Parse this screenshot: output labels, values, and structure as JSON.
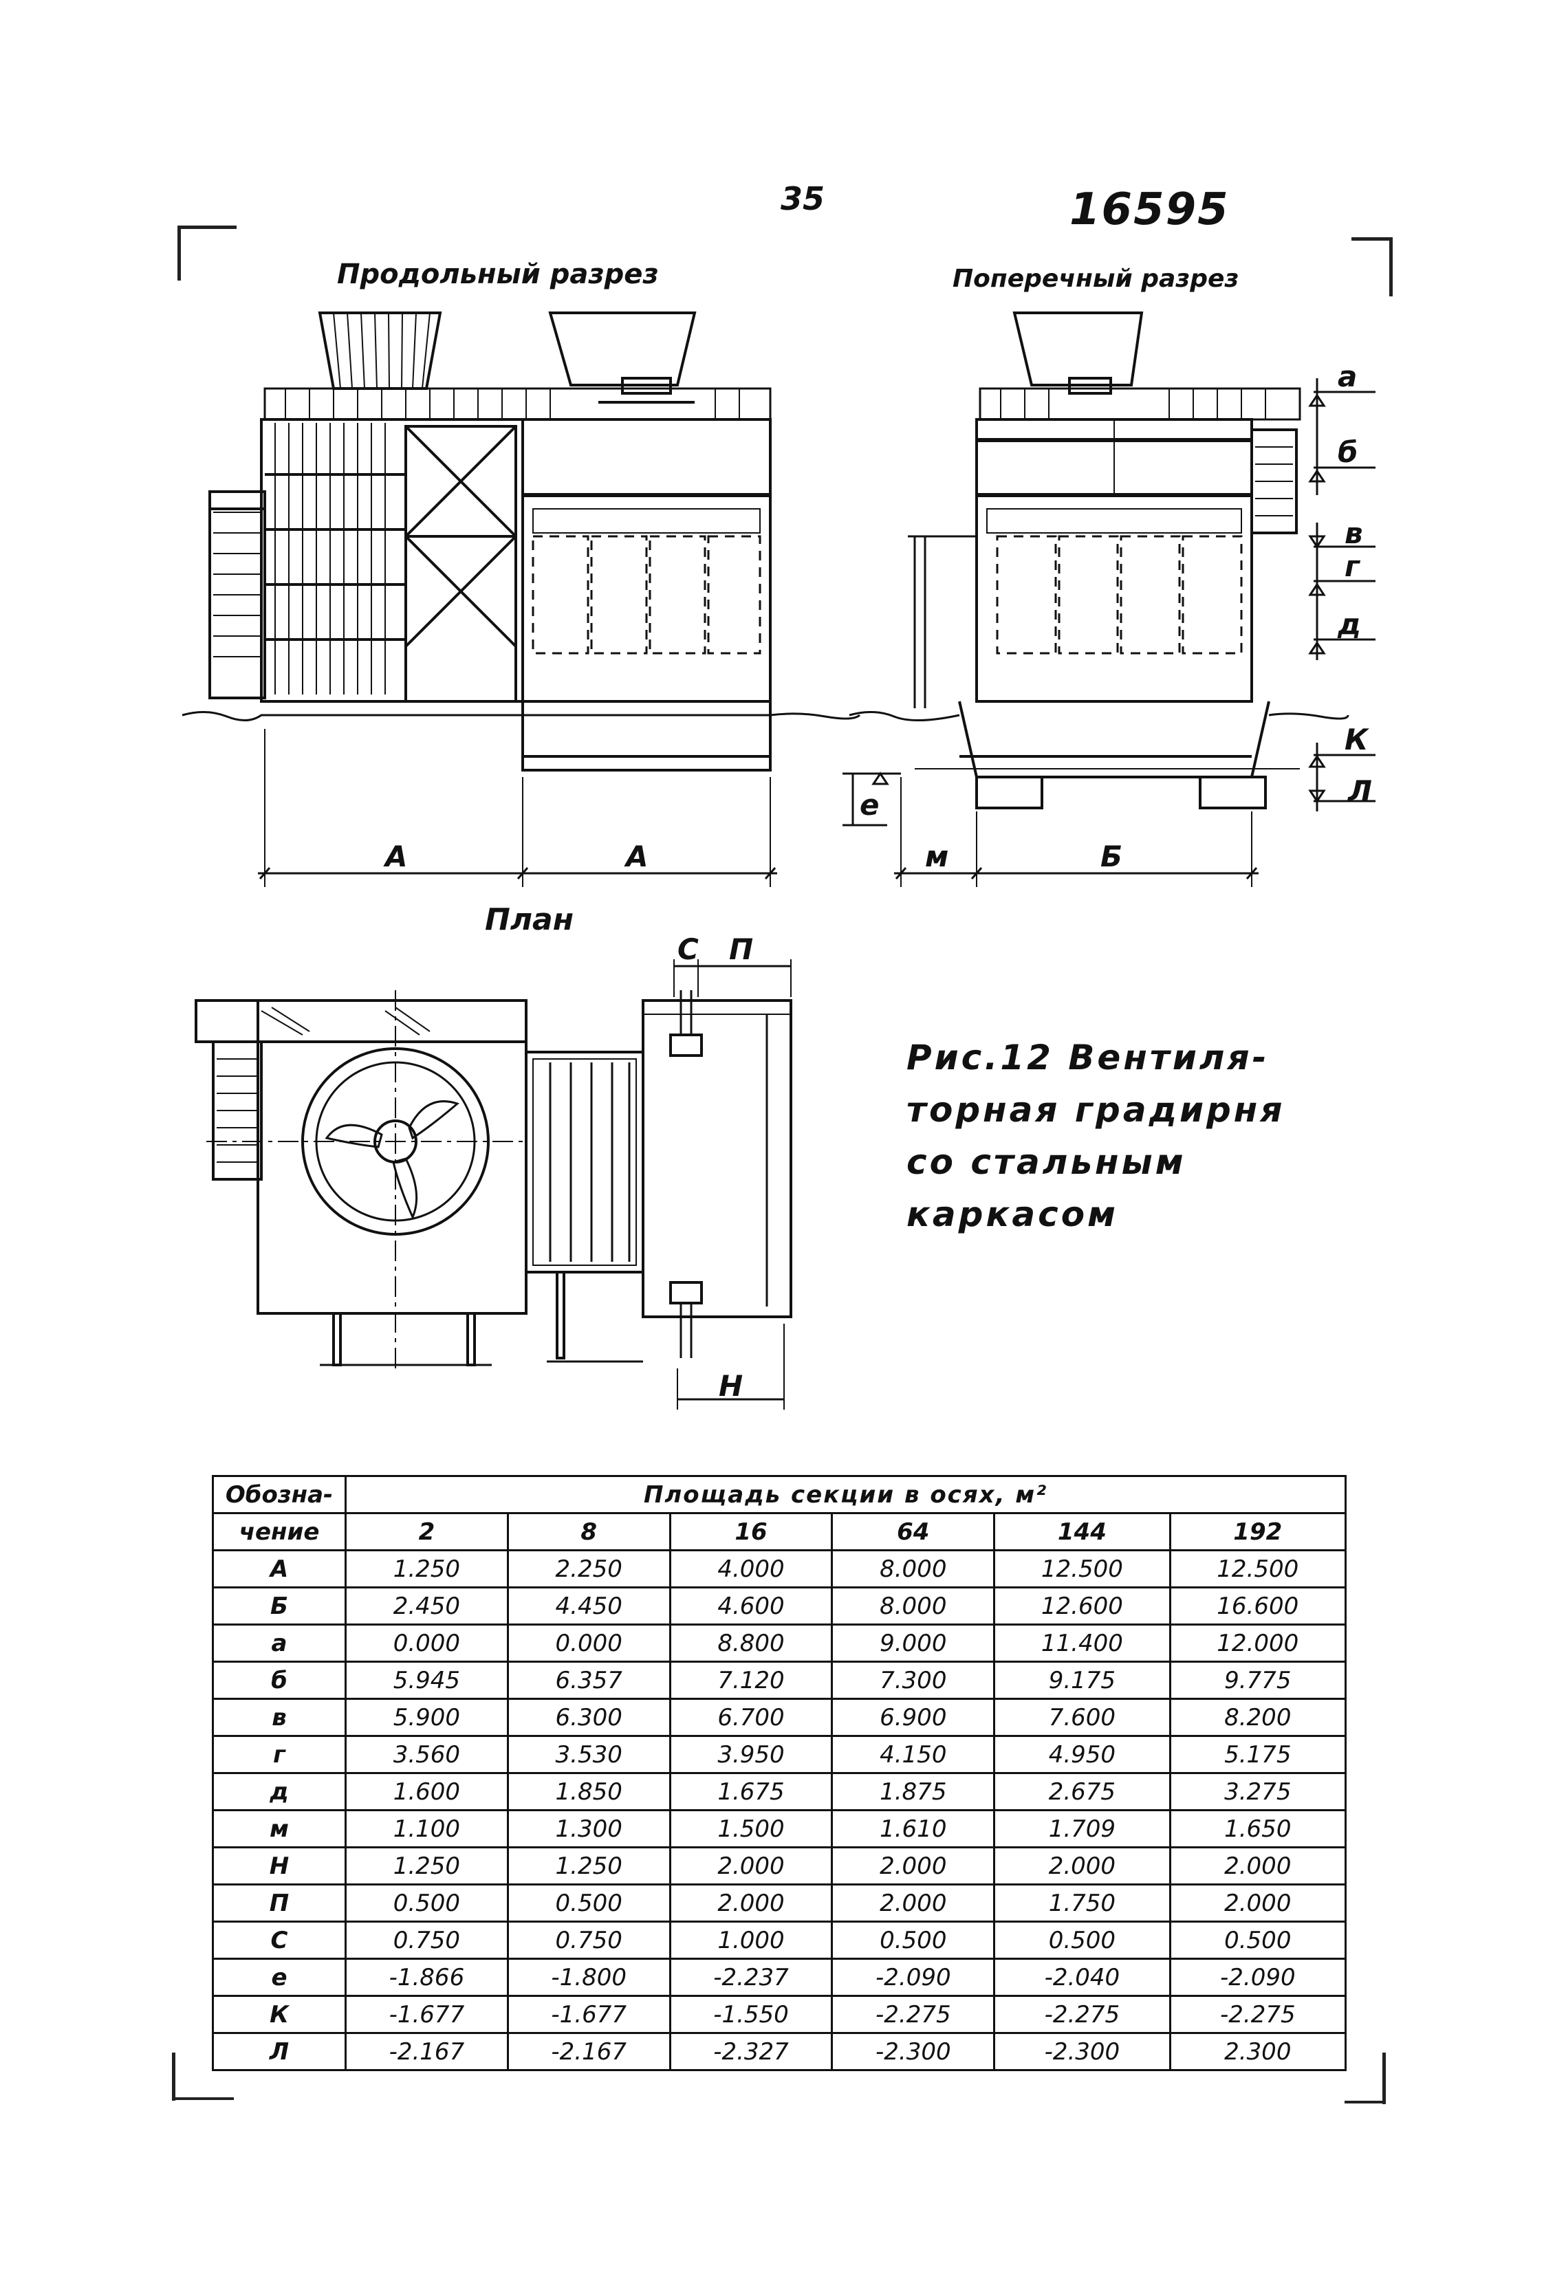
{
  "header": {
    "page_number": "35",
    "doc_number": "16595"
  },
  "drawings": {
    "longitudinal_title": "Продольный разрез",
    "cross_title": "Поперечный разрез",
    "plan_title": "План",
    "dim_labels": {
      "a_left": "А",
      "a_right": "А",
      "m": "м",
      "b": "Б",
      "e": "е",
      "c": "С",
      "p": "П",
      "n": "Н",
      "level_a": "а",
      "level_b": "б",
      "level_v": "в",
      "level_g": "г",
      "level_d": "д",
      "level_k": "К",
      "level_l": "Л"
    }
  },
  "caption": {
    "lines": [
      "Рис.12 Вентиля-",
      "торная градирня",
      "со стальным",
      "каркасом"
    ]
  },
  "table": {
    "designation_header_line1": "Обозна-",
    "designation_header_line2": "чение",
    "group_header": "Площадь секции в осях, м²",
    "columns": [
      "2",
      "8",
      "16",
      "64",
      "144",
      "192"
    ],
    "rows": [
      {
        "label": "А",
        "values": [
          "1.250",
          "2.250",
          "4.000",
          "8.000",
          "12.500",
          "12.500"
        ]
      },
      {
        "label": "Б",
        "values": [
          "2.450",
          "4.450",
          "4.600",
          "8.000",
          "12.600",
          "16.600"
        ]
      },
      {
        "label": "а",
        "values": [
          "0.000",
          "0.000",
          "8.800",
          "9.000",
          "11.400",
          "12.000"
        ]
      },
      {
        "label": "б",
        "values": [
          "5.945",
          "6.357",
          "7.120",
          "7.300",
          "9.175",
          "9.775"
        ]
      },
      {
        "label": "в",
        "values": [
          "5.900",
          "6.300",
          "6.700",
          "6.900",
          "7.600",
          "8.200"
        ]
      },
      {
        "label": "г",
        "values": [
          "3.560",
          "3.530",
          "3.950",
          "4.150",
          "4.950",
          "5.175"
        ]
      },
      {
        "label": "д",
        "values": [
          "1.600",
          "1.850",
          "1.675",
          "1.875",
          "2.675",
          "3.275"
        ]
      },
      {
        "label": "м",
        "values": [
          "1.100",
          "1.300",
          "1.500",
          "1.610",
          "1.709",
          "1.650"
        ]
      },
      {
        "label": "Н",
        "values": [
          "1.250",
          "1.250",
          "2.000",
          "2.000",
          "2.000",
          "2.000"
        ]
      },
      {
        "label": "П",
        "values": [
          "0.500",
          "0.500",
          "2.000",
          "2.000",
          "1.750",
          "2.000"
        ]
      },
      {
        "label": "С",
        "values": [
          "0.750",
          "0.750",
          "1.000",
          "0.500",
          "0.500",
          "0.500"
        ]
      },
      {
        "label": "е",
        "values": [
          "-1.866",
          "-1.800",
          "-2.237",
          "-2.090",
          "-2.040",
          "-2.090"
        ]
      },
      {
        "label": "К",
        "values": [
          "-1.677",
          "-1.677",
          "-1.550",
          "-2.275",
          "-2.275",
          "-2.275"
        ]
      },
      {
        "label": "Л",
        "values": [
          "-2.167",
          "-2.167",
          "-2.327",
          "-2.300",
          "-2.300",
          "2.300"
        ]
      }
    ]
  }
}
